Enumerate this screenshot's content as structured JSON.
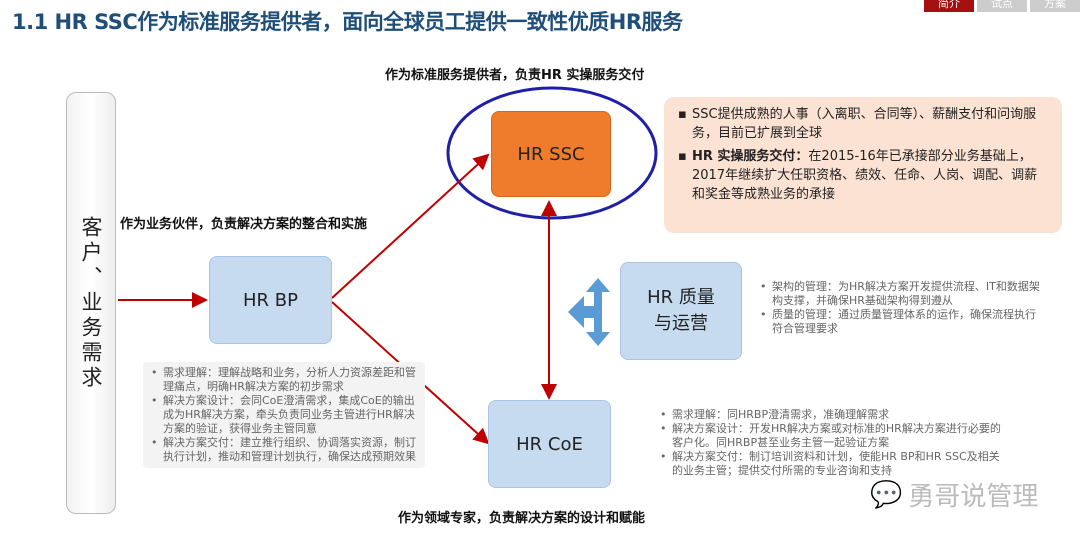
{
  "title": "1.1  HR SSC作为标准服务提供者，面向全球员工提供一致性优质HR服务",
  "tabs": [
    "简介",
    "试点",
    "方案"
  ],
  "captions": {
    "ssc": "作为标准服务提供者，负责HR 实操服务交付",
    "bp": "作为业务伙伴，负责解决方案的整合和实施",
    "coe": "作为领域专家，负责解决方案的设计和赋能"
  },
  "customer": "客户、业务需求",
  "nodes": {
    "ssc": "HR SSC",
    "bp": "HR BP",
    "coe": "HR CoE",
    "quality": "HR 质量与运营"
  },
  "ssc_notes": [
    {
      "bold": "",
      "text": "SSC提供成熟的人事（入离职、合同等）、薪酬支付和问询服务，目前已扩展到全球"
    },
    {
      "bold": "HR 实操服务交付：",
      "text": "在2015-16年已承接部分业务基础上，2017年继续扩大任职资格、绩效、任命、人岗、调配、调薪和奖金等成熟业务的承接"
    }
  ],
  "quality_notes": [
    "架构的管理：为HR解决方案开发提供流程、IT和数据架构支撑，并确保HR基础架构得到遵从",
    "质量的管理：通过质量管理体系的运作，确保流程执行符合管理要求"
  ],
  "bp_notes": [
    "需求理解：理解战略和业务，分析人力资源差距和管理痛点，明确HR解决方案的初步需求",
    "解决方案设计：会同CoE澄清需求，集成CoE的输出成为HR解决方案，牵头负责同业务主管进行HR解决方案的验证，获得业务主管同意",
    "解决方案交付：建立推行组织、协调落实资源，制订执行计划，推动和管理计划执行，确保达成预期效果"
  ],
  "coe_notes": [
    "需求理解：同HRBP澄清需求，准确理解需求",
    "解决方案设计：开发HR解决方案或对标准的HR解决方案进行必要的客户化。同HRBP甚至业务主管一起验证方案",
    "解决方案交付：制订培训资料和计划，使能HR BP和HR SSC及相关的业务主管；提供交付所需的专业咨询和支持"
  ],
  "watermark": "勇哥说管理",
  "colors": {
    "accent": "#1f4e79",
    "arrow": "#c00000",
    "ssc": "#ef7c2c",
    "node": "#c6dbf0",
    "ellipse": "#1f1fa8"
  }
}
